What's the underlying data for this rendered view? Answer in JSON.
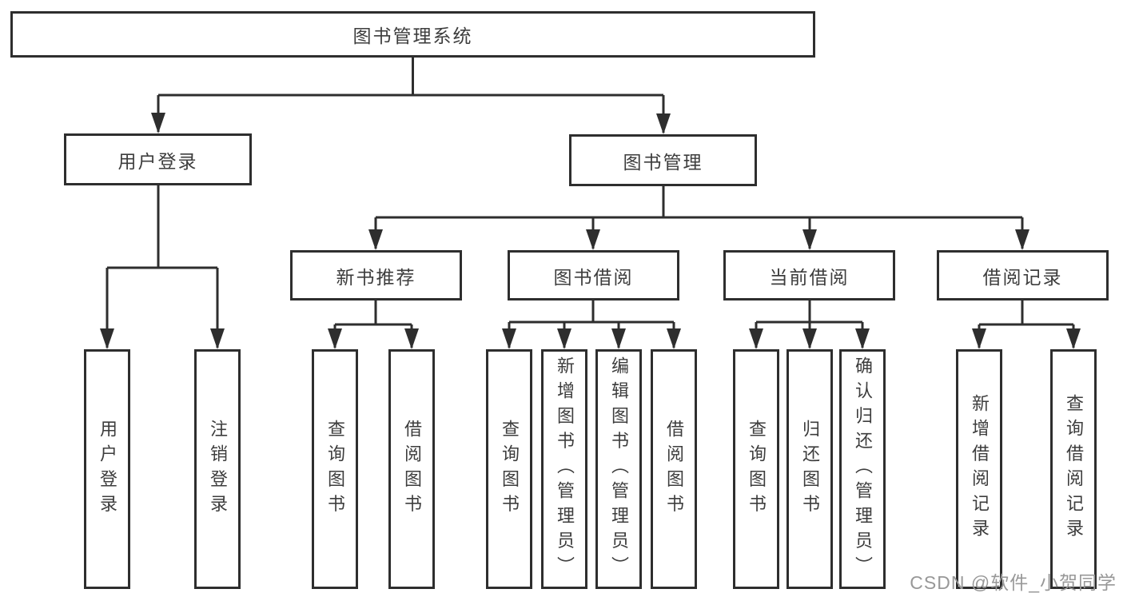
{
  "diagram": {
    "root": {
      "label": "图书管理系统"
    },
    "branches": [
      {
        "label": "用户登录",
        "children": [
          {
            "label": "用户登录"
          },
          {
            "label": "注销登录"
          }
        ]
      },
      {
        "label": "图书管理",
        "children": [
          {
            "label": "新书推荐",
            "children": [
              {
                "label": "查询图书"
              },
              {
                "label": "借阅图书"
              }
            ]
          },
          {
            "label": "图书借阅",
            "children": [
              {
                "label": "查询图书"
              },
              {
                "label": "新增图书（管理员）"
              },
              {
                "label": "编辑图书（管理员）"
              },
              {
                "label": "借阅图书"
              }
            ]
          },
          {
            "label": "当前借阅",
            "children": [
              {
                "label": "查询图书"
              },
              {
                "label": "归还图书"
              },
              {
                "label": "确认归还（管理员）"
              }
            ]
          },
          {
            "label": "借阅记录",
            "children": [
              {
                "label": "新增借阅记录"
              },
              {
                "label": "查询借阅记录"
              }
            ]
          }
        ]
      }
    ]
  },
  "watermark": {
    "label": "CSDN @软件_小贺同学"
  },
  "colors": {
    "line": "#2e2e2e",
    "text": "#3d3d3d",
    "watermark": "#989898",
    "background": "#ffffff"
  }
}
